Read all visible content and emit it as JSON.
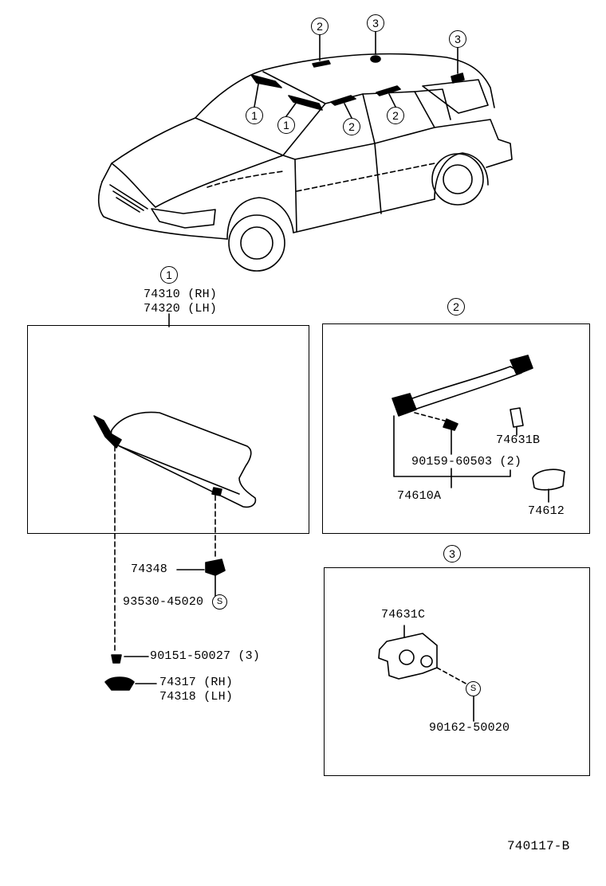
{
  "diagram": {
    "car_callouts": [
      {
        "id": "2",
        "tag": "callout-2-roof"
      },
      {
        "id": "3",
        "tag": "callout-3-roof"
      },
      {
        "id": "3",
        "tag": "callout-3-rear"
      },
      {
        "id": "1",
        "tag": "callout-1-front-left"
      },
      {
        "id": "1",
        "tag": "callout-1-front-right"
      },
      {
        "id": "2",
        "tag": "callout-2-mid-left"
      },
      {
        "id": "2",
        "tag": "callout-2-mid-right"
      }
    ],
    "section1": {
      "marker": "1",
      "title_rh": "74310 (RH)",
      "title_lh": "74320 (LH)",
      "part_holder": "74348",
      "part_screw": "93530-45020",
      "screw_mark": "S",
      "part_bolt": "90151-50027 (3)",
      "part_bracket_rh": "74317 (RH)",
      "part_bracket_lh": "74318 (LH)"
    },
    "section2": {
      "marker": "2",
      "part_cover_b": "74631B",
      "part_screw": "90159-60503 (2)",
      "part_grip": "74610A",
      "part_cap": "74612"
    },
    "section3": {
      "marker": "3",
      "part_cover_c": "74631C",
      "screw_mark": "S",
      "part_screw": "90162-50020"
    },
    "figure_code": "740117-B"
  }
}
